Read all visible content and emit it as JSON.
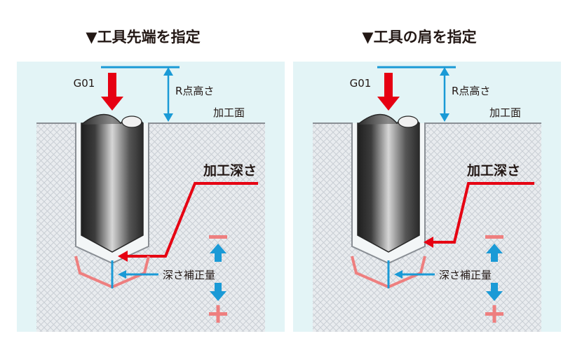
{
  "colors": {
    "air_bg": "#e3f4f6",
    "material_bg": "#e9ecef",
    "hatch": "#c9ced4",
    "blue": "#1a9ad6",
    "red": "#e60012",
    "pink": "#ee7f7f",
    "tool_dark": "#3a3a3a",
    "tool_light": "#cfcfcf",
    "text": "#231815"
  },
  "panels": [
    {
      "heading": "▼工具先端を指定",
      "code_label": "G01",
      "r_height_label": "R点高さ",
      "surface_label": "加工面",
      "depth_label": "加工深さ",
      "offset_label": "深さ補正量",
      "minus_sign": "－",
      "plus_sign": "＋",
      "reference": "tool-tip"
    },
    {
      "heading": "▼工具の肩を指定",
      "code_label": "G01",
      "r_height_label": "R点高さ",
      "surface_label": "加工面",
      "depth_label": "加工深さ",
      "offset_label": "深さ補正量",
      "minus_sign": "－",
      "plus_sign": "＋",
      "reference": "tool-shoulder"
    }
  ]
}
